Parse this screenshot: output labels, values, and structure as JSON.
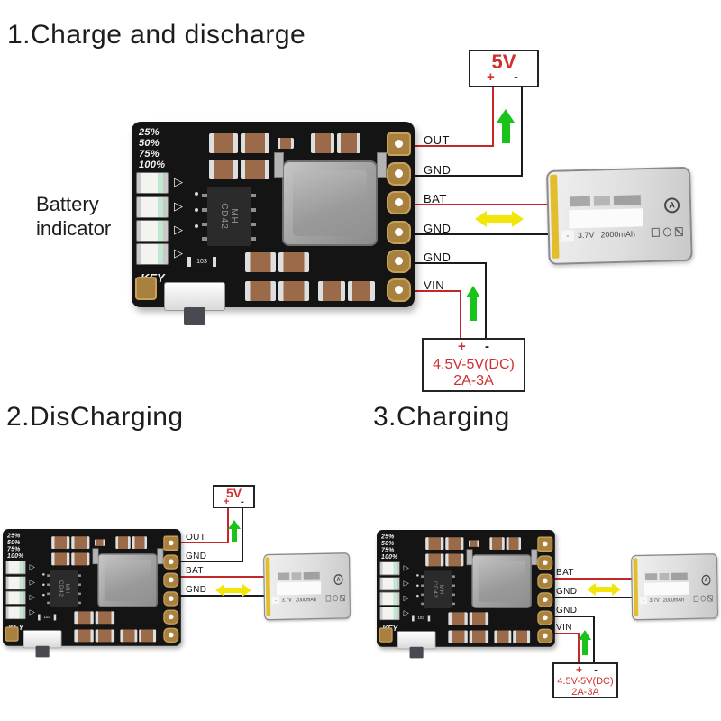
{
  "colors": {
    "wire_red": "#c32727",
    "wire_black": "#1b1b1b",
    "arrow_green": "#19c319",
    "arrow_yellow": "#f2e50a",
    "box_text_red": "#d03030",
    "pcb_black": "#141414",
    "pad_gold": "#a9813e",
    "battery_tape_yellow": "#e2be2a"
  },
  "icons": {
    "led_arrow": "▷",
    "battery_cert_letter": "A"
  },
  "pcb": {
    "percent_labels": [
      "25%",
      "50%",
      "75%",
      "100%"
    ],
    "key_label": "KEY",
    "chip_line1": "MH",
    "chip_line2": "CD42",
    "marking_103": "103"
  },
  "battery": {
    "minus_mark": "-",
    "voltage": "3.7V",
    "capacity": "2000mAh"
  },
  "sections": {
    "one": {
      "title": "1.Charge and discharge",
      "battery_indicator_line1": "Battery",
      "battery_indicator_line2": "indicator",
      "pins": [
        "OUT",
        "GND",
        "BAT",
        "GND",
        "GND",
        "VIN"
      ],
      "supply": {
        "label": "5V",
        "plus": "+",
        "minus": "-"
      },
      "dc_input": {
        "plus": "+",
        "minus": "-",
        "range": "4.5V-5V(DC)",
        "current": "2A-3A"
      }
    },
    "two": {
      "title": "2.DisCharging",
      "pins": [
        "OUT",
        "GND",
        "BAT",
        "GND"
      ],
      "supply": {
        "label": "5V",
        "plus": "+",
        "minus": "-"
      }
    },
    "three": {
      "title": "3.Charging",
      "pins": [
        "BAT",
        "GND",
        "GND",
        "VIN"
      ],
      "dc_input": {
        "plus": "+",
        "minus": "-",
        "range": "4.5V-5V(DC)",
        "current": "2A-3A"
      }
    }
  }
}
